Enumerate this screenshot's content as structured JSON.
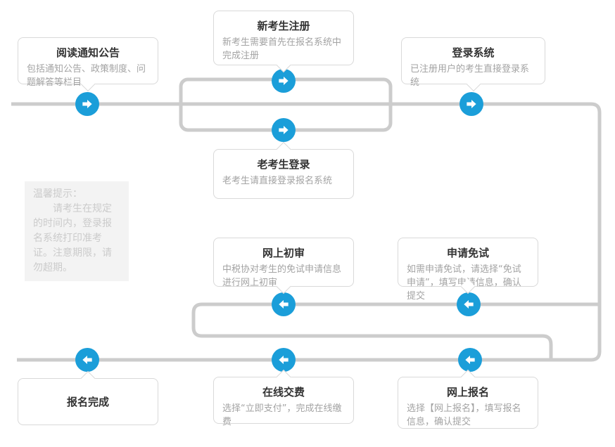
{
  "colors": {
    "accent": "#1b9ed9",
    "line": "#cccccc",
    "bubble-border": "#d9d9d9",
    "title-text": "#333333",
    "desc-text": "#a3a3a3",
    "tip-bg": "#f3f3f3",
    "tip-text": "#cbcbcb"
  },
  "flow": {
    "steps": [
      {
        "id": "read-notices",
        "title": "阅读通知公告",
        "desc": "包括通知公告、政策制度、问题解答等栏目"
      },
      {
        "id": "new-candidate-register",
        "title": "新考生注册",
        "desc": "新考生需要首先在报名系统中完成注册"
      },
      {
        "id": "login-system",
        "title": "登录系统",
        "desc": "已注册用户的考生直接登录系统"
      },
      {
        "id": "old-candidate-login",
        "title": "老考生登录",
        "desc": "老考生请直接登录报名系统"
      },
      {
        "id": "online-preliminary-review",
        "title": "网上初审",
        "desc": "中税协对考生的免试申请信息进行网上初审"
      },
      {
        "id": "apply-exemption",
        "title": "申请免试",
        "desc": "如需申请免试，请选择“免试申请”，填写申请信息，确认提交"
      },
      {
        "id": "registration-complete",
        "title": "报名完成",
        "desc": ""
      },
      {
        "id": "online-payment",
        "title": "在线交费",
        "desc": "选择“立即支付”，完成在线缴费"
      },
      {
        "id": "online-registration",
        "title": "网上报名",
        "desc": "选择【网上报名】，填写报名信息，确认提交"
      }
    ]
  },
  "tip": {
    "title": "温馨提示：",
    "body": "请考生在规定的时间内，登录报名系统打印准考证。注意期限，请勿超期。"
  }
}
